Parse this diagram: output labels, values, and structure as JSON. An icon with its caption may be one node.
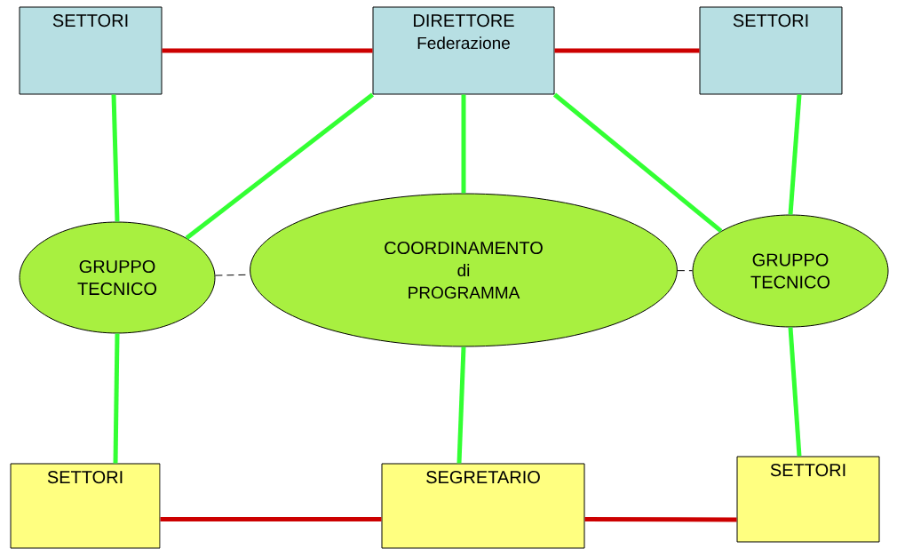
{
  "diagram": {
    "nodes": [
      {
        "text": [
          "SETTORI"
        ]
      },
      {
        "text": [
          "DIRETTORE",
          "Federazione"
        ]
      },
      {
        "text": [
          "SETTORI"
        ]
      },
      {
        "text": [
          "GRUPPO TECNICO"
        ]
      },
      {
        "text": [
          "COORDINAMENTO",
          "di",
          "PROGRAMMA"
        ]
      },
      {
        "text": [
          "GRUPPO TECNICO"
        ]
      },
      {
        "text": [
          "SETTORI"
        ]
      },
      {
        "text": [
          "SEGRETARIO"
        ]
      },
      {
        "text": [
          "SETTORI"
        ]
      }
    ],
    "edges": [
      {
        "from": 0,
        "to": 1,
        "arrow": "none",
        "color": "#cc0000"
      },
      {
        "from": 1,
        "to": 2,
        "arrow": "none",
        "color": "#cc0000"
      },
      {
        "from": 0,
        "to": 3,
        "arrow": "none"
      },
      {
        "from": 1,
        "to": 3,
        "arrow": "none"
      },
      {
        "from": 1,
        "to": 4,
        "arrow": "none"
      },
      {
        "from": 1,
        "to": 5,
        "arrow": "none"
      },
      {
        "from": 2,
        "to": 5,
        "arrow": "none"
      },
      {
        "from": 3,
        "to": 4,
        "arrow": "none",
        "style": "dashed",
        "color": "#000000"
      },
      {
        "from": 4,
        "to": 5,
        "arrow": "none",
        "style": "dashed",
        "color": "#000000"
      },
      {
        "from": 3,
        "to": 6,
        "arrow": "none"
      },
      {
        "from": 4,
        "to": 7,
        "arrow": "none"
      },
      {
        "from": 5,
        "to": 8,
        "arrow": "none"
      },
      {
        "from": 6,
        "to": 7,
        "arrow": "none",
        "color": "#cc0000"
      },
      {
        "from": 7,
        "to": 8,
        "arrow": "none",
        "color": "#cc0000"
      }
    ]
  }
}
